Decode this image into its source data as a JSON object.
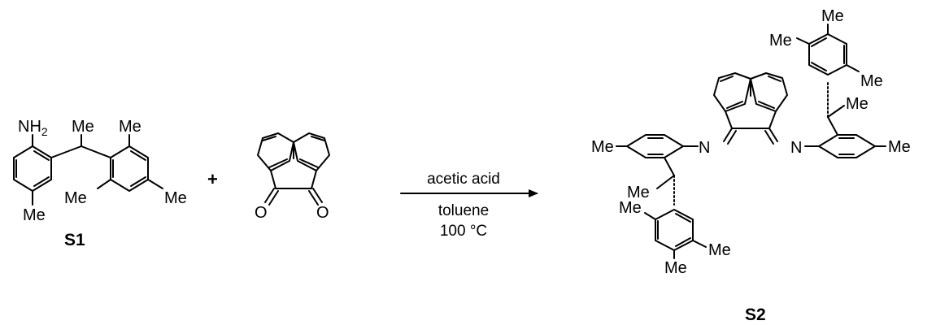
{
  "atoms": {
    "nh2_n": "NH",
    "nh2_sub": "2",
    "me": "Me",
    "o": "O",
    "n": "N"
  },
  "plus": "+",
  "conditions": {
    "line1": "acetic acid",
    "line2": "toluene",
    "line3": "100 °C"
  },
  "compounds": {
    "s1": "S1",
    "s2": "S2"
  }
}
